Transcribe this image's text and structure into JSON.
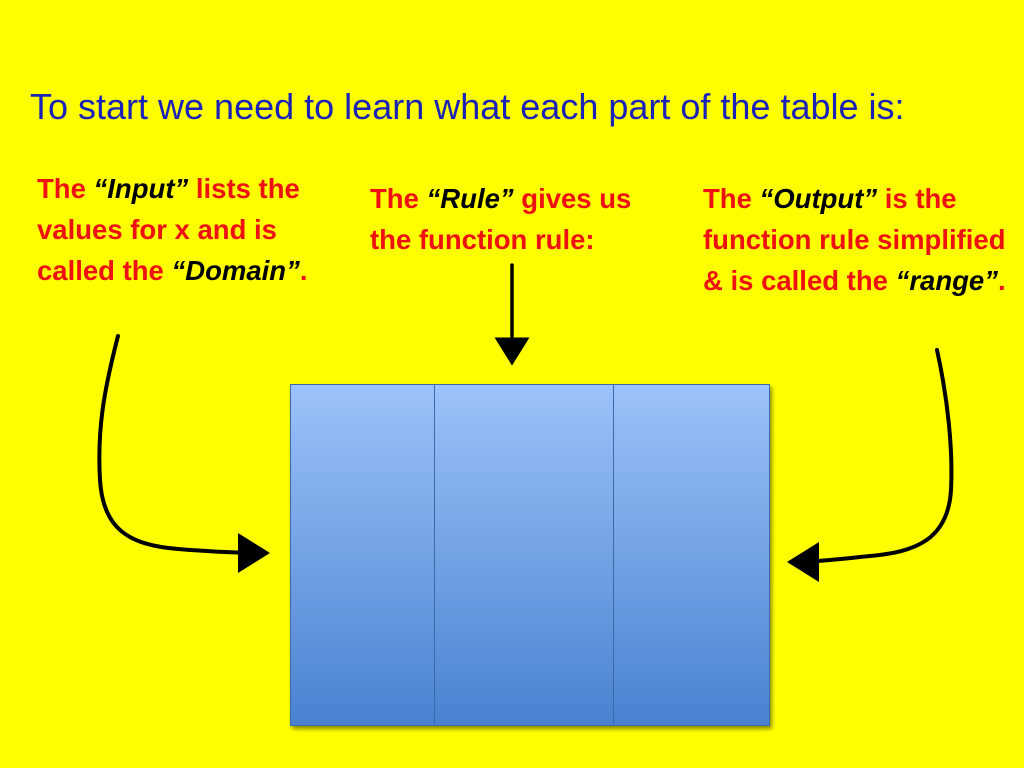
{
  "colors": {
    "background": "#ffff00",
    "title": "#1b22b8",
    "callout_text": "#ee1111",
    "callout_quote": "#000000",
    "table_top": "#9cc2fa",
    "table_bottom": "#4a82d0",
    "arrow": "#000000"
  },
  "title": "To start we need to learn what each part of the table is:",
  "callouts": {
    "input": {
      "pre": "The ",
      "term": "“Input”",
      "mid": " lists the values for x and is called the ",
      "alias": "“Domain”",
      "post": "."
    },
    "rule": {
      "pre": "The ",
      "term": "“Rule”",
      "mid": " gives us the function rule:"
    },
    "output": {
      "pre": "The ",
      "term": "“Output”",
      "mid": " is the function rule simplified & is called the ",
      "alias": "“range”",
      "post": "."
    }
  },
  "table": {
    "columns": [
      "input-column",
      "rule-column",
      "output-column"
    ]
  }
}
